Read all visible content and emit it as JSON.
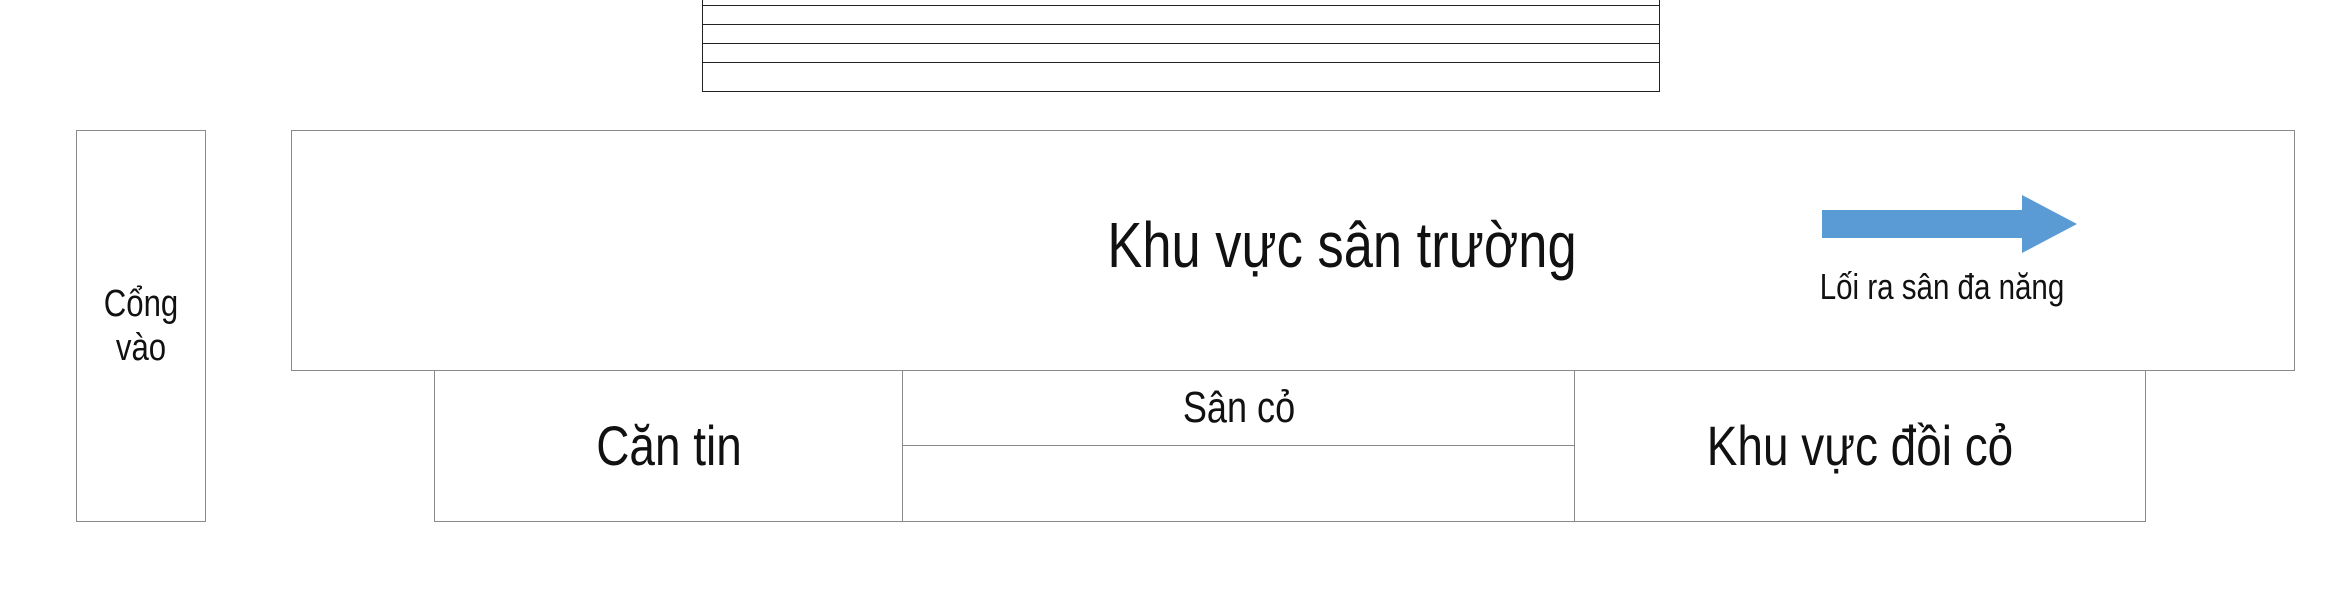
{
  "gate": {
    "label": "Cổng vào"
  },
  "yard": {
    "title": "Khu vực sân trường",
    "exit_label": "Lối ra sân đa năng",
    "arrow_color": "#5b9bd5"
  },
  "bottom_row": {
    "canteen": "Căn tin",
    "grass": "Sân cỏ",
    "hill": "Khu vực đồi cỏ"
  }
}
